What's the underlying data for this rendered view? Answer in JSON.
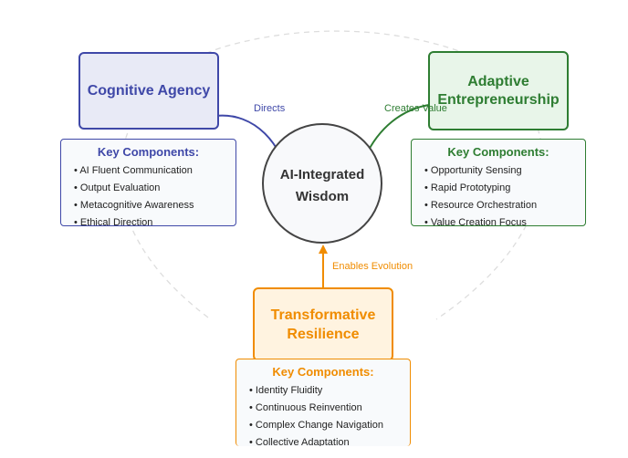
{
  "center": {
    "title_line1": "AI-Integrated",
    "title_line2": "Wisdom"
  },
  "nodes": {
    "cognitive": {
      "title": "Cognitive Agency",
      "edge_label": "Directs",
      "components_title": "Key Components:",
      "components": [
        "AI Fluent Communication",
        "Output Evaluation",
        "Metacognitive Awareness",
        "Ethical Direction"
      ]
    },
    "adaptive": {
      "title_line1": "Adaptive",
      "title_line2": "Entrepreneurship",
      "edge_label": "Creates Value",
      "components_title": "Key Components:",
      "components": [
        "Opportunity Sensing",
        "Rapid Prototyping",
        "Resource Orchestration",
        "Value Creation Focus"
      ]
    },
    "transformative": {
      "title_line1": "Transformative",
      "title_line2": "Resilience",
      "edge_label": "Enables Evolution",
      "components_title": "Key Components:",
      "components": [
        "Identity Fluidity",
        "Continuous Reinvention",
        "Complex Change Navigation",
        "Collective Adaptation"
      ]
    }
  },
  "colors": {
    "cognitive": "#3f48a8",
    "adaptive": "#2e7d32",
    "transformative": "#f08c00",
    "center_stroke": "#444444"
  }
}
